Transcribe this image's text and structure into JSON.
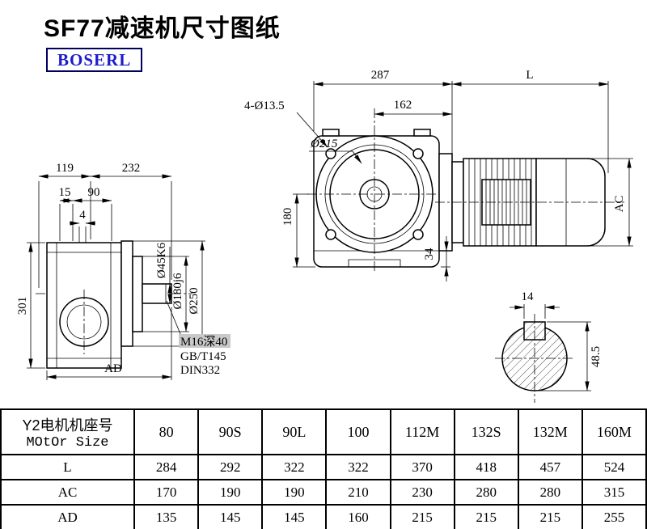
{
  "page": {
    "title": "SF77减速机尺寸图纸",
    "brand": "BOSERL"
  },
  "left_view": {
    "d119": "119",
    "d232": "232",
    "d15": "15",
    "d90": "90",
    "d4": "4",
    "d301": "301",
    "dAD": "AD",
    "shaft_dia": "Ø45K6",
    "spigot_dia": "Ø180j6",
    "flange_dia": "Ø250",
    "tap_label": "M16深40",
    "std1": "GB/T145",
    "std2": "DIN332"
  },
  "front_view": {
    "d287": "287",
    "dL": "L",
    "d162": "162",
    "holes_label": "4-Ø13.5",
    "flange_circle": "Ø215",
    "d180": "180",
    "d34": "34",
    "dAC": "AC"
  },
  "shaft_section": {
    "key_width": "14",
    "key_depth": "48.5"
  },
  "table": {
    "header_line1": "Y2电机机座号",
    "header_line2": "MOtOr Size",
    "sizes": [
      "80",
      "90S",
      "90L",
      "100",
      "112M",
      "132S",
      "132M",
      "160M"
    ],
    "rows": [
      {
        "label": "L",
        "values": [
          "284",
          "292",
          "322",
          "322",
          "370",
          "418",
          "457",
          "524"
        ]
      },
      {
        "label": "AC",
        "values": [
          "170",
          "190",
          "190",
          "210",
          "230",
          "280",
          "280",
          "315"
        ]
      },
      {
        "label": "AD",
        "values": [
          "135",
          "145",
          "145",
          "160",
          "215",
          "215",
          "215",
          "255"
        ]
      }
    ]
  }
}
